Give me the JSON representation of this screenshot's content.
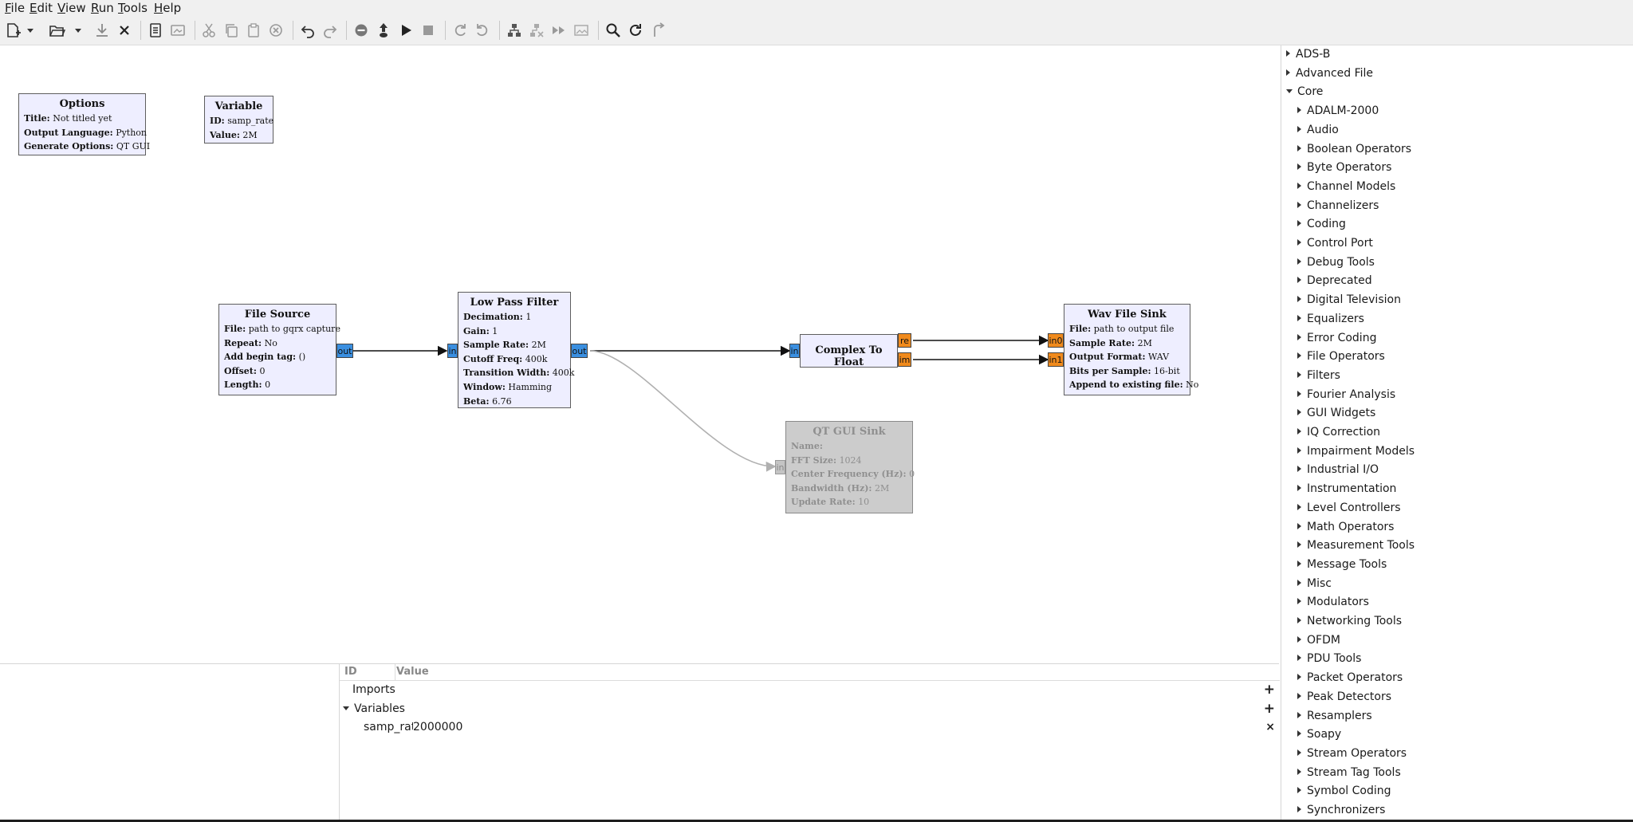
{
  "menu": [
    "File",
    "Edit",
    "View",
    "Run",
    "Tools",
    "Help"
  ],
  "toolbar_icons": [
    "new-icon",
    "dropdown-arrow-icon",
    "open-icon",
    "dropdown-arrow-icon",
    "save-icon",
    "close-icon",
    "report-icon",
    "screenshot-icon",
    "cut-icon",
    "copy-icon",
    "paste-icon",
    "delete-icon",
    "undo-icon",
    "redo-icon",
    "disable-icon",
    "bypass-icon",
    "run-icon",
    "stop-icon",
    "rotate-ccw-icon",
    "rotate-cw-icon",
    "hier-block-icon",
    "hier-block-remove-icon",
    "forward-icon",
    "image-icon",
    "find-icon",
    "reload-icon",
    "return-icon"
  ],
  "blocks": {
    "options": {
      "title": "Options",
      "params": [
        {
          "k": "Title:",
          "v": "Not titled yet"
        },
        {
          "k": "Output Language:",
          "v": "Python"
        },
        {
          "k": "Generate Options:",
          "v": "QT GUI"
        }
      ]
    },
    "variable": {
      "title": "Variable",
      "params": [
        {
          "k": "ID:",
          "v": "samp_rate"
        },
        {
          "k": "Value:",
          "v": "2M"
        }
      ]
    },
    "file_source": {
      "title": "File Source",
      "params": [
        {
          "k": "File:",
          "v": "path to gqrx capture"
        },
        {
          "k": "Repeat:",
          "v": "No"
        },
        {
          "k": "Add begin tag:",
          "v": "()"
        },
        {
          "k": "Offset:",
          "v": "0"
        },
        {
          "k": "Length:",
          "v": "0"
        }
      ],
      "port_out": "out"
    },
    "lpf": {
      "title": "Low Pass Filter",
      "params": [
        {
          "k": "Decimation:",
          "v": "1"
        },
        {
          "k": "Gain:",
          "v": "1"
        },
        {
          "k": "Sample Rate:",
          "v": "2M"
        },
        {
          "k": "Cutoff Freq:",
          "v": "400k"
        },
        {
          "k": "Transition Width:",
          "v": "400k"
        },
        {
          "k": "Window:",
          "v": "Hamming"
        },
        {
          "k": "Beta:",
          "v": "6.76"
        }
      ],
      "port_in": "in",
      "port_out": "out"
    },
    "c2f": {
      "title": "Complex To Float",
      "port_in": "in",
      "port_re": "re",
      "port_im": "im"
    },
    "wav": {
      "title": "Wav File Sink",
      "params": [
        {
          "k": "File:",
          "v": "path to output file"
        },
        {
          "k": "Sample Rate:",
          "v": "2M"
        },
        {
          "k": "Output Format:",
          "v": "WAV"
        },
        {
          "k": "Bits per Sample:",
          "v": "16-bit"
        },
        {
          "k": "Append to existing file:",
          "v": "No"
        }
      ],
      "port_in0": "in0",
      "port_in1": "in1"
    },
    "qt": {
      "title": "QT GUI Sink",
      "params": [
        {
          "k": "Name:",
          "v": ""
        },
        {
          "k": "FFT Size:",
          "v": "1024"
        },
        {
          "k": "Center Frequency (Hz):",
          "v": "0"
        },
        {
          "k": "Bandwidth (Hz):",
          "v": "2M"
        },
        {
          "k": "Update Rate:",
          "v": "10"
        }
      ],
      "port_in": "in"
    }
  },
  "vars": {
    "col_id": "ID",
    "col_value": "Value",
    "imports": "Imports",
    "variables": "Variables",
    "row_id": "samp_rate",
    "row_value": "2000000",
    "plus": "+",
    "remove": "×"
  },
  "tree": [
    {
      "label": "ADS-B",
      "level": 0,
      "open": false
    },
    {
      "label": "Advanced File",
      "level": 0,
      "open": false
    },
    {
      "label": "Core",
      "level": 0,
      "open": true
    },
    {
      "label": "ADALM-2000",
      "level": 1,
      "open": false
    },
    {
      "label": "Audio",
      "level": 1,
      "open": false
    },
    {
      "label": "Boolean Operators",
      "level": 1,
      "open": false
    },
    {
      "label": "Byte Operators",
      "level": 1,
      "open": false
    },
    {
      "label": "Channel Models",
      "level": 1,
      "open": false
    },
    {
      "label": "Channelizers",
      "level": 1,
      "open": false
    },
    {
      "label": "Coding",
      "level": 1,
      "open": false
    },
    {
      "label": "Control Port",
      "level": 1,
      "open": false
    },
    {
      "label": "Debug Tools",
      "level": 1,
      "open": false
    },
    {
      "label": "Deprecated",
      "level": 1,
      "open": false
    },
    {
      "label": "Digital Television",
      "level": 1,
      "open": false
    },
    {
      "label": "Equalizers",
      "level": 1,
      "open": false
    },
    {
      "label": "Error Coding",
      "level": 1,
      "open": false
    },
    {
      "label": "File Operators",
      "level": 1,
      "open": false
    },
    {
      "label": "Filters",
      "level": 1,
      "open": false
    },
    {
      "label": "Fourier Analysis",
      "level": 1,
      "open": false
    },
    {
      "label": "GUI Widgets",
      "level": 1,
      "open": false
    },
    {
      "label": "IQ Correction",
      "level": 1,
      "open": false
    },
    {
      "label": "Impairment Models",
      "level": 1,
      "open": false
    },
    {
      "label": "Industrial I/O",
      "level": 1,
      "open": false
    },
    {
      "label": "Instrumentation",
      "level": 1,
      "open": false
    },
    {
      "label": "Level Controllers",
      "level": 1,
      "open": false
    },
    {
      "label": "Math Operators",
      "level": 1,
      "open": false
    },
    {
      "label": "Measurement Tools",
      "level": 1,
      "open": false
    },
    {
      "label": "Message Tools",
      "level": 1,
      "open": false
    },
    {
      "label": "Misc",
      "level": 1,
      "open": false
    },
    {
      "label": "Modulators",
      "level": 1,
      "open": false
    },
    {
      "label": "Networking Tools",
      "level": 1,
      "open": false
    },
    {
      "label": "OFDM",
      "level": 1,
      "open": false
    },
    {
      "label": "PDU Tools",
      "level": 1,
      "open": false
    },
    {
      "label": "Packet Operators",
      "level": 1,
      "open": false
    },
    {
      "label": "Peak Detectors",
      "level": 1,
      "open": false
    },
    {
      "label": "Resamplers",
      "level": 1,
      "open": false
    },
    {
      "label": "Soapy",
      "level": 1,
      "open": false
    },
    {
      "label": "Stream Operators",
      "level": 1,
      "open": false
    },
    {
      "label": "Stream Tag Tools",
      "level": 1,
      "open": false
    },
    {
      "label": "Symbol Coding",
      "level": 1,
      "open": false
    },
    {
      "label": "Synchronizers",
      "level": 1,
      "open": false
    }
  ]
}
